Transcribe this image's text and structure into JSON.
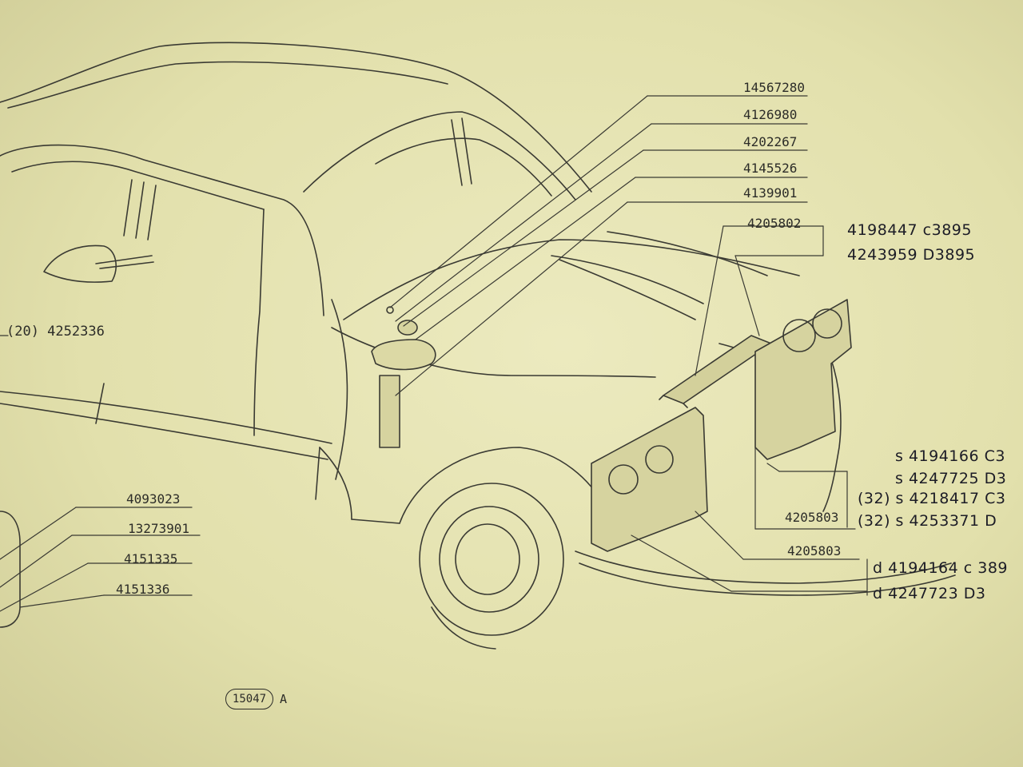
{
  "part_numbers": {
    "p14567280": "14567280",
    "p4126980": "4126980",
    "p4202267": "4202267",
    "p4145526": "4145526",
    "p4139901": "4139901",
    "p4205802": "4205802",
    "p4093023": "4093023",
    "p13273901": "13273901",
    "p4151335": "4151335",
    "p4151336": "4151336",
    "p4205803_a": "4205803",
    "p4205803_b": "4205803",
    "p20_4252336": "(20) 4252336"
  },
  "handwritten": {
    "h4198447": "4198447 c3895",
    "h4243959": "4243959 D3895",
    "hs4194166": "s 4194166 C3",
    "hs4247725": "s 4247725 D3",
    "hs4218417": "(32) s 4218417 C3",
    "hs4253371": "(32) s 4253371 D",
    "hd4194164": "d 4194164 c 389",
    "hd4247723": "d 4247723 D3"
  },
  "figure": {
    "number": "15047",
    "suffix": "A"
  },
  "colors": {
    "paper": "#e6e5b3",
    "ink": "#2c2c28",
    "pencil": "#1c1c26"
  }
}
